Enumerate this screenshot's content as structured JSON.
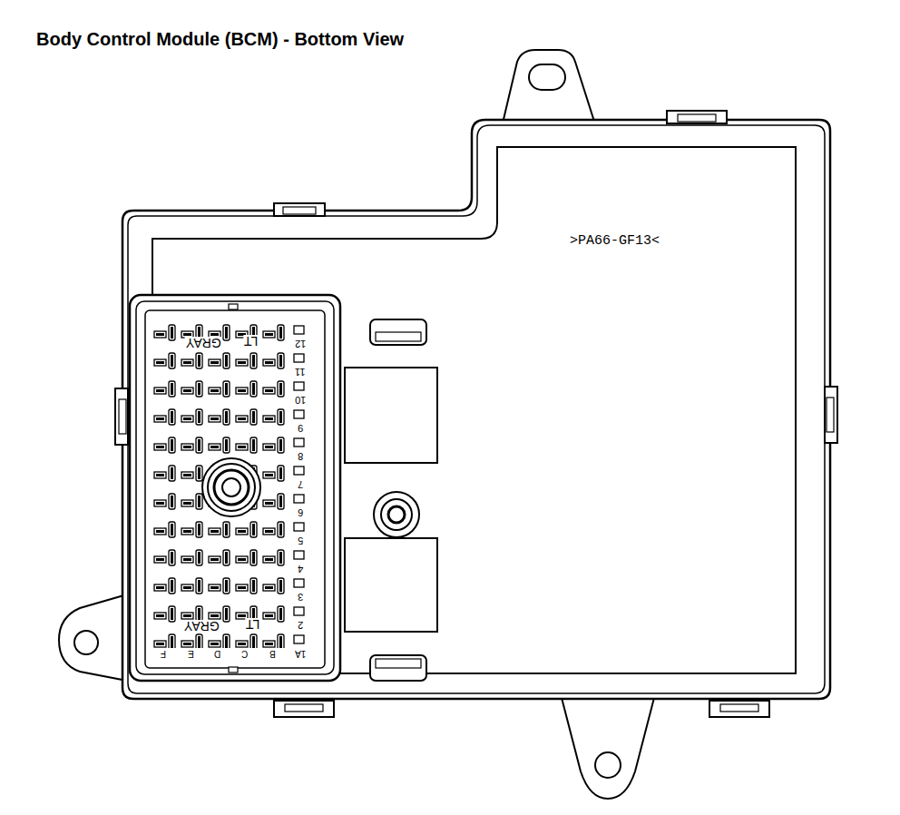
{
  "diagram": {
    "title": "Body Control Module (BCM) - Bottom View",
    "labels": [
      ">PA66-GF13<",
      "GRAY",
      "LT",
      "12",
      "11",
      "10",
      "9",
      "8",
      "7",
      "6",
      "5",
      "4",
      "3",
      "2",
      "GRAY",
      "LT",
      "1A",
      "B",
      "C",
      "D",
      "E",
      "F"
    ]
  }
}
